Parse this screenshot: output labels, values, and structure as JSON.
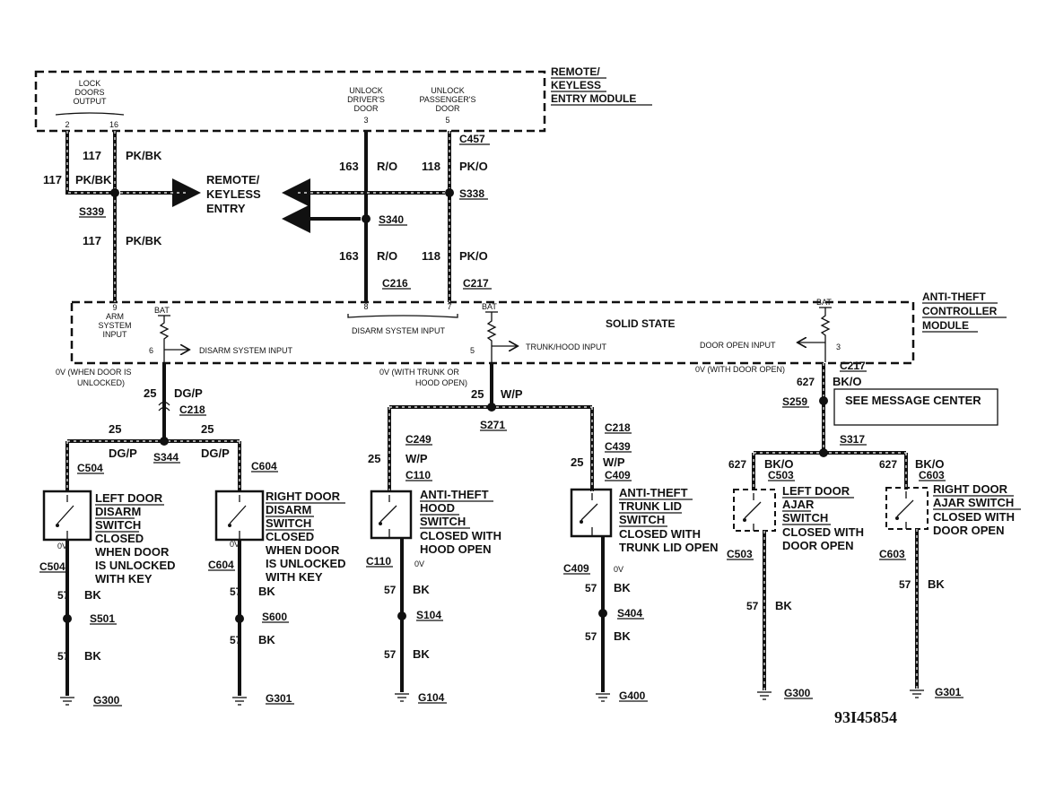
{
  "modules": {
    "rke": {
      "lines": [
        "REMOTE/",
        "KEYLESS",
        "ENTRY MODULE"
      ]
    },
    "atc": {
      "lines": [
        "ANTI-THEFT",
        "CONTROLLER",
        "MODULE"
      ],
      "solid_state": "SOLID STATE"
    }
  },
  "rke_pins": {
    "lock": {
      "lines": [
        "LOCK",
        "DOORS",
        "OUTPUT"
      ],
      "pin_a": "2",
      "pin_b": "16"
    },
    "unlock_driver": {
      "lines": [
        "UNLOCK",
        "DRIVER'S",
        "DOOR",
        "3"
      ]
    },
    "unlock_pass": {
      "lines": [
        "UNLOCK",
        "PASSENGER'S",
        "DOOR",
        "5"
      ]
    }
  },
  "atc_inputs": {
    "arm": {
      "lines": [
        "9",
        "ARM",
        "SYSTEM",
        "INPUT"
      ]
    },
    "disarm": "DISARM SYSTEM INPUT",
    "disarm_bracket": "DISARM SYSTEM INPUT",
    "trunk": "TRUNK/HOOD INPUT",
    "door": "DOOR OPEN INPUT",
    "bat": "BAT",
    "pin8": "8",
    "pin7": "7",
    "pin6": "6",
    "pin5": "5",
    "pin3": "3"
  },
  "voltage_notes": {
    "door": [
      "0V (WHEN DOOR IS",
      "UNLOCKED)"
    ],
    "trunk": [
      "0V (WITH TRUNK OR",
      "HOOD OPEN)"
    ],
    "ajar": "0V (WITH DOOR OPEN)"
  },
  "wires": {
    "w117": "117",
    "pkbk": "PK/BK",
    "w163": "163",
    "ro": "R/O",
    "w118": "118",
    "pko": "PK/O",
    "w25": "25",
    "dgp": "DG/P",
    "wp": "W/P",
    "w627": "627",
    "bko": "BK/O",
    "w57": "57",
    "bk": "BK"
  },
  "connectors": {
    "c457": "C457",
    "c216": "C216",
    "c217": "C217",
    "c218": "C218",
    "c504": "C504",
    "c604": "C604",
    "c249": "C249",
    "c110": "C110",
    "c439": "C439",
    "c409": "C409",
    "c503": "C503",
    "c603": "C603"
  },
  "splices": {
    "s339": "S339",
    "s338": "S338",
    "s340": "S340",
    "s344": "S344",
    "s271": "S271",
    "s259": "S259",
    "s317": "S317",
    "s501": "S501",
    "s600": "S600",
    "s104": "S104",
    "s404": "S404"
  },
  "remote_entry": [
    "REMOTE/",
    "KEYLESS",
    "ENTRY"
  ],
  "message_center": "SEE MESSAGE CENTER",
  "switches": [
    {
      "title": [
        "LEFT DOOR",
        "DISARM",
        "SWITCH"
      ],
      "desc": [
        "CLOSED",
        "WHEN DOOR",
        "IS UNLOCKED",
        "WITH KEY"
      ]
    },
    {
      "title": [
        "RIGHT DOOR",
        "DISARM",
        "SWITCH"
      ],
      "desc": [
        "CLOSED",
        "WHEN DOOR",
        "IS UNLOCKED",
        "WITH KEY"
      ]
    },
    {
      "title": [
        "ANTI-THEFT",
        "HOOD",
        "SWITCH"
      ],
      "desc": [
        "CLOSED WITH",
        "HOOD OPEN"
      ]
    },
    {
      "title": [
        "ANTI-THEFT",
        "TRUNK LID",
        "SWITCH"
      ],
      "desc": [
        "CLOSED WITH",
        "TRUNK LID OPEN"
      ]
    },
    {
      "title": [
        "LEFT DOOR",
        "AJAR",
        "SWITCH"
      ],
      "desc": [
        "CLOSED WITH",
        "DOOR OPEN"
      ]
    },
    {
      "title": [
        "RIGHT DOOR",
        "AJAR SWITCH"
      ],
      "desc": [
        "CLOSED WITH",
        "DOOR OPEN"
      ]
    }
  ],
  "zero_v": "0V",
  "grounds": {
    "g300": "G300",
    "g301": "G301",
    "g104": "G104",
    "g400": "G400"
  },
  "figure_id": "93I45854"
}
